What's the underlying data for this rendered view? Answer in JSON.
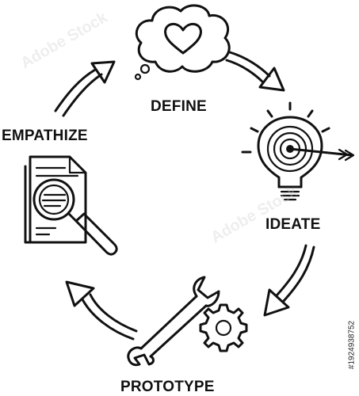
{
  "stages": {
    "define": "DEFINE",
    "empathize": "EMPATHIZE",
    "ideate": "IDEATE",
    "prototype": "PROTOTYPE"
  },
  "watermark": {
    "brand": "Adobe Stock",
    "id_number": "#1924938752"
  },
  "icons": {
    "define": "heart-cloud-icon",
    "ideate": "lightbulb-target-icon",
    "empathize": "document-magnifier-icon",
    "prototype": "wrench-gear-icon"
  },
  "colors": {
    "line": "#111111",
    "background": "#ffffff"
  }
}
